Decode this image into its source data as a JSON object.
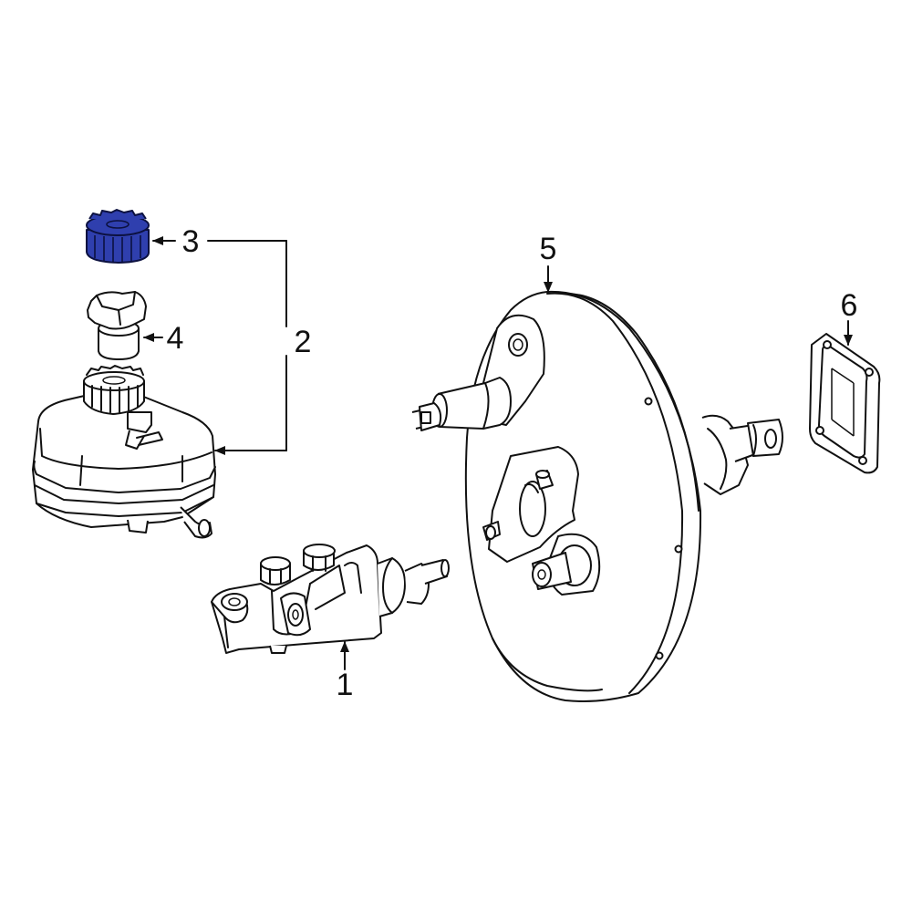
{
  "diagram": {
    "highlight_color": "#2f3fae",
    "line_color": "#111111",
    "background": "#ffffff",
    "callouts": [
      {
        "id": "1",
        "label": "1"
      },
      {
        "id": "2",
        "label": "2"
      },
      {
        "id": "3",
        "label": "3"
      },
      {
        "id": "4",
        "label": "4"
      },
      {
        "id": "5",
        "label": "5"
      },
      {
        "id": "6",
        "label": "6"
      }
    ],
    "highlighted_part": "3",
    "parts": [
      {
        "callout": "1",
        "icon": "master-cylinder-icon"
      },
      {
        "callout": "2",
        "icon": "brake-fluid-reservoir-icon"
      },
      {
        "callout": "3",
        "icon": "reservoir-cap-icon"
      },
      {
        "callout": "4",
        "icon": "reservoir-strainer-icon"
      },
      {
        "callout": "5",
        "icon": "brake-booster-icon"
      },
      {
        "callout": "6",
        "icon": "booster-gasket-icon"
      }
    ]
  }
}
